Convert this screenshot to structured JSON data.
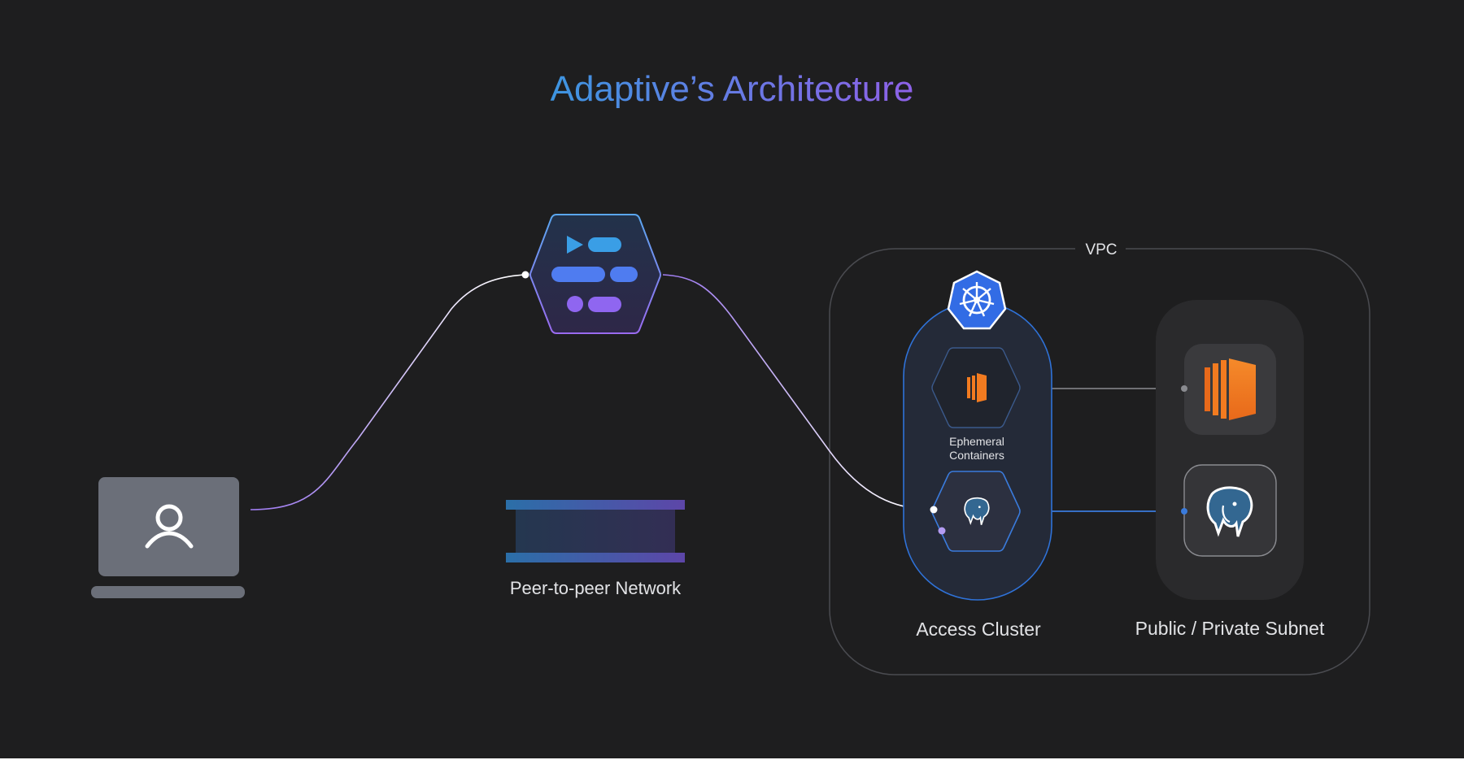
{
  "title": "Adaptive’s Architecture",
  "vpc_label": "VPC",
  "network_label": "Peer-to-peer Network",
  "ephemeral_label_line1": "Ephemeral",
  "ephemeral_label_line2": "Containers",
  "access_cluster_label": "Access Cluster",
  "subnet_label": "Public / Private Subnet",
  "colors": {
    "background": "#1e1e1f",
    "title_gradient_start": "#3d95e0",
    "title_gradient_end": "#8e61e8",
    "blue_accent": "#3a7bdc",
    "purple_accent": "#8f66f0",
    "aws_orange": "#f27b20",
    "kubernetes_blue": "#326ce5",
    "user_device_gray": "#6b6f79"
  },
  "icons": {
    "user": "user-icon",
    "adaptive_logo": "adaptive-logo-icon",
    "kubernetes": "kubernetes-icon",
    "aws_ec2": "aws-ec2-icon",
    "postgres": "postgres-icon"
  }
}
